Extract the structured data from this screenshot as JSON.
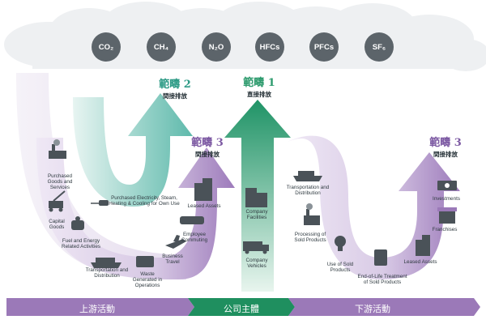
{
  "colors": {
    "scope1": "#2e9b6e",
    "scope2": "#5fbcae",
    "scope3": "#9b79b8",
    "scope3_light": "#d6c6e2",
    "gas_bubble": "#5c646a",
    "cloud": "#eef0f2",
    "band_purple": "#9b79b8",
    "band_green": "#1f8f5f"
  },
  "gases": [
    "CO₂",
    "CH₄",
    "N₂O",
    "HFCs",
    "PFCs",
    "SF₆"
  ],
  "scopes": {
    "scope1": {
      "title": "範疇 1",
      "subtitle": "直接排放"
    },
    "scope2": {
      "title": "範疇 2",
      "subtitle": "間接排放"
    },
    "scope3_up": {
      "title": "範疇 3",
      "subtitle": "間接排放"
    },
    "scope3_down": {
      "title": "範疇 3",
      "subtitle": "間接排放"
    }
  },
  "upstream_items": {
    "purchased_goods": "Purchased Goods and Services",
    "capital_goods": "Capital Goods",
    "fuel_energy": "Fuel and Energy Related Activities",
    "transport": "Transportation and Distribution",
    "waste": "Waste Generated in Operations",
    "business_travel": "Business Travel",
    "employee_commuting": "Employee Commuting",
    "leased_assets": "Leased Assets",
    "purchased_electricity": "Purchased Electricity, Steam, Heating & Cooling for Own Use"
  },
  "company_items": {
    "facilities": "Company Facilities",
    "vehicles": "Company Vehicles"
  },
  "downstream_items": {
    "transport": "Transportation and Distribution",
    "processing": "Processing of Sold Products",
    "use": "Use of Sold Products",
    "end_of_life": "End-of-Life Treatment of Sold Products",
    "leased_assets": "Leased Assets",
    "franchises": "Franchises",
    "investments": "Investments"
  },
  "bottom_band": {
    "upstream": "上游活動",
    "company": "公司主體",
    "downstream": "下游活動"
  }
}
